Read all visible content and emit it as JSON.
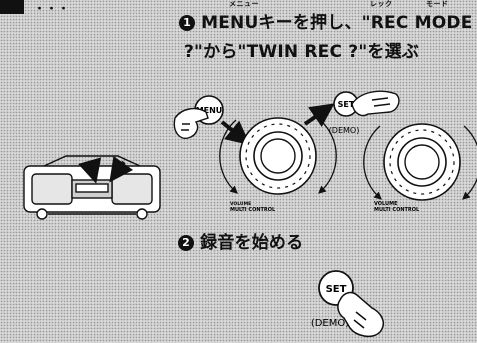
{
  "header": {
    "tab_text": "・・・"
  },
  "step1": {
    "number": "1",
    "ruby_menu": "メニュー",
    "ruby_rec": "レック",
    "ruby_mode": "モード",
    "line1": "MENUキーを押し、\"REC MODE",
    "line2": "?\"から\"TWIN REC ?\"を選ぶ"
  },
  "step2": {
    "number": "2",
    "line1": "録音を始める"
  },
  "buttons": {
    "menu_label": "MENU",
    "set_label": "SET",
    "demo_label": "(DEMO)"
  },
  "dial": {
    "label_line1": "VOLUME",
    "label_line2": "MULTI CONTROL"
  }
}
